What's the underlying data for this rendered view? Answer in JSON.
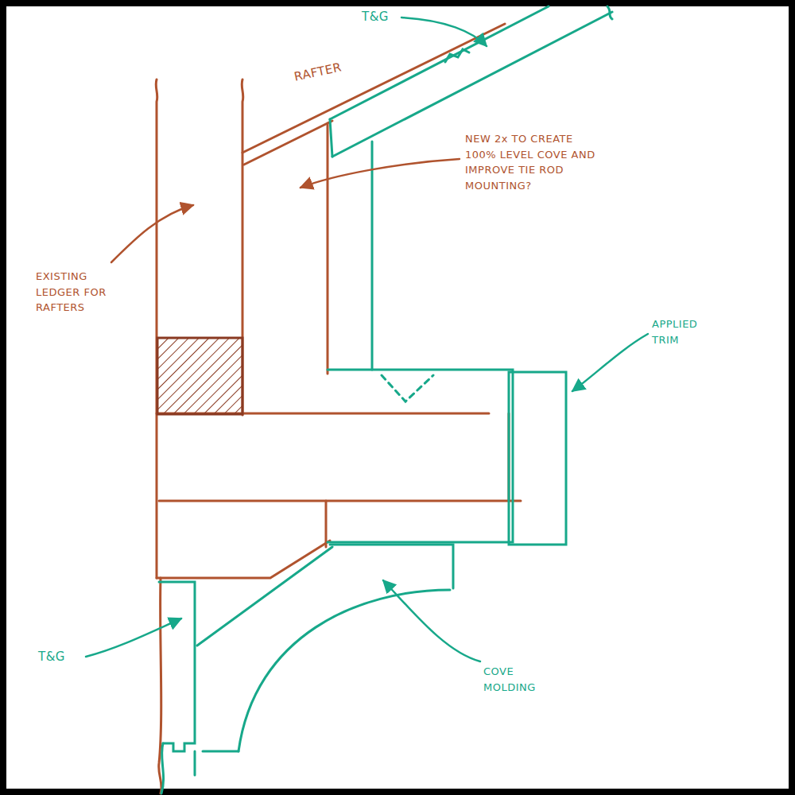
{
  "diagram": {
    "labels": [
      "T&G",
      "RAFTER",
      "NEW 2x TO CREATE 100% LEVEL COVE AND IMPROVE TIE ROD MOUNTING?",
      "EXISTING LEDGER FOR RAFTERS",
      "APPLIED TRIM",
      "T&G",
      "COVE MOLDING"
    ]
  }
}
